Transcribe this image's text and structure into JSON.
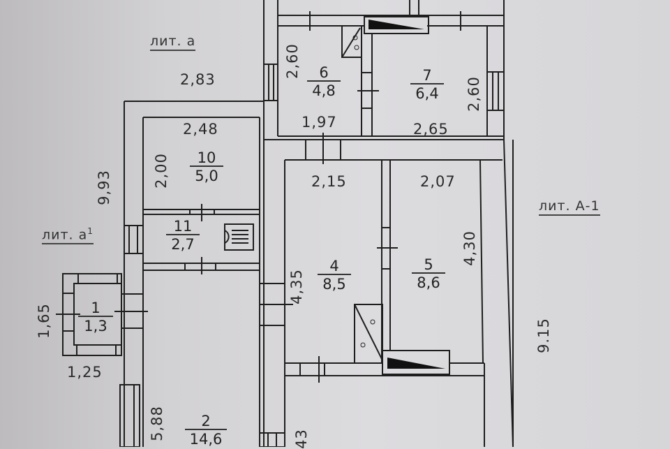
{
  "plan": {
    "labels": {
      "lit_a": "лит. а",
      "lit_a1": "лит. а",
      "lit_a1_sup": "1",
      "lit_A1": "лит. А-1"
    },
    "rooms": [
      {
        "number": "1",
        "area": "1,3"
      },
      {
        "number": "2",
        "area": "14,6"
      },
      {
        "number": "4",
        "area": "8,5"
      },
      {
        "number": "5",
        "area": "8,6"
      },
      {
        "number": "6",
        "area": "4,8"
      },
      {
        "number": "7",
        "area": "6,4"
      },
      {
        "number": "10",
        "area": "5,0"
      },
      {
        "number": "11",
        "area": "2,7"
      }
    ],
    "dimensions": {
      "d_2_83": "2,83",
      "d_2_48": "2,48",
      "d_2_00": "2,00",
      "d_9_93": "9,93",
      "d_2_60_left": "2,60",
      "d_1_97": "1,97",
      "d_2_60_right": "2,60",
      "d_2_65": "2,65",
      "d_2_15": "2,15",
      "d_2_07": "2,07",
      "d_4_35": "4,35",
      "d_4_30": "4,30",
      "d_9_15": "9.15",
      "d_1_65": "1,65",
      "d_1_25": "1,25",
      "d_5_88": "5,88",
      "d_partial_43": "43"
    }
  }
}
